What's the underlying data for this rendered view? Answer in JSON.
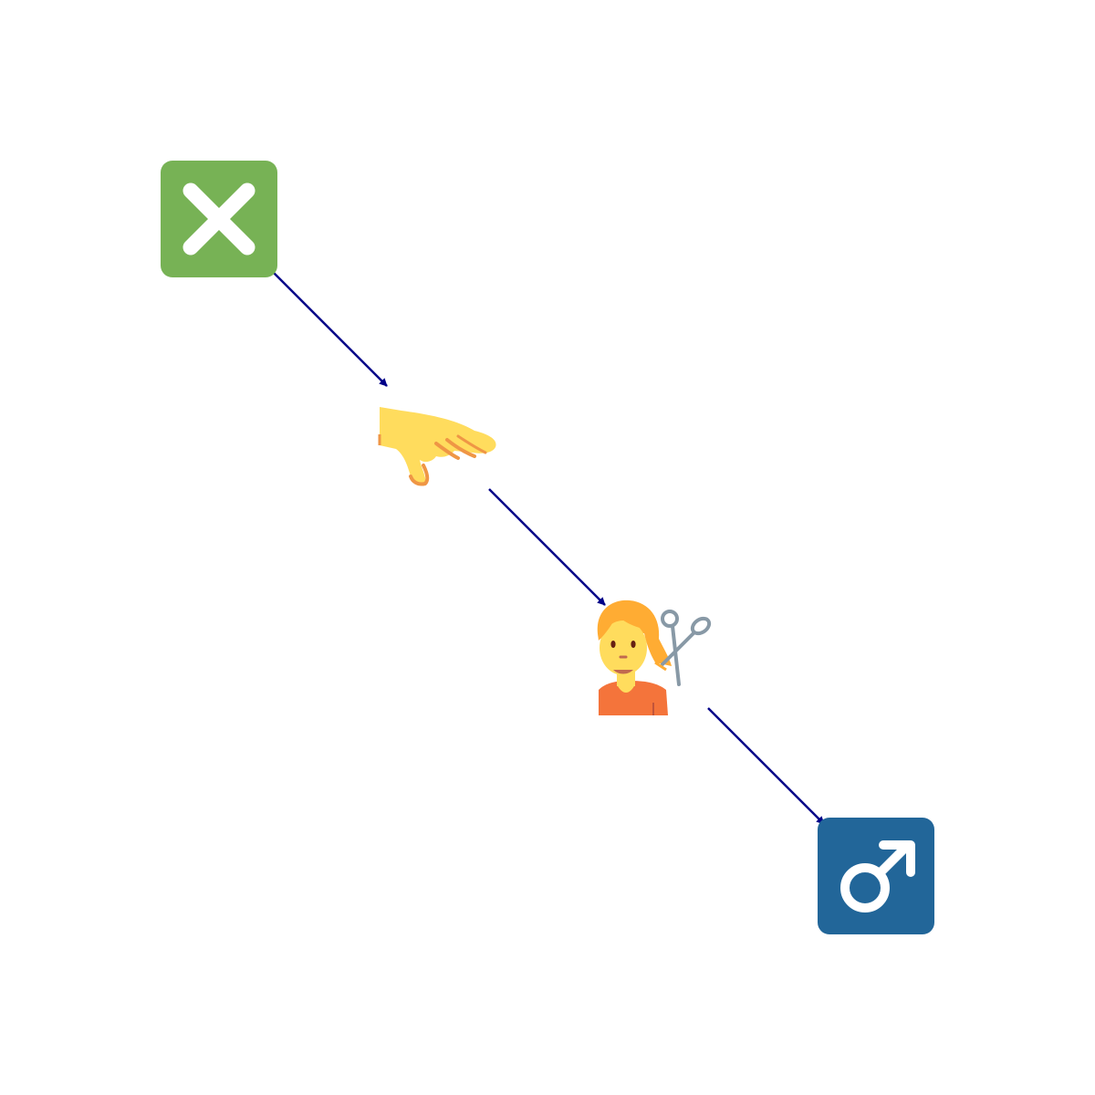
{
  "diagram": {
    "type": "flow",
    "nodes": [
      {
        "id": "n1",
        "icon": "cross-mark-button-icon",
        "bg": "#77b255",
        "fg": "#ffffff"
      },
      {
        "id": "n2",
        "icon": "pinching-hand-icon",
        "skin": "#ffdc5d",
        "shade": "#ef9645"
      },
      {
        "id": "n3",
        "icon": "person-getting-haircut-icon",
        "hair": "#ffac33",
        "skin": "#ffdc5d",
        "shirt": "#f4743b",
        "scissors": "#8899a6"
      },
      {
        "id": "n4",
        "icon": "male-sign-icon",
        "bg": "#226699",
        "fg": "#ffffff"
      }
    ],
    "edges": [
      {
        "from": "n1",
        "to": "n2"
      },
      {
        "from": "n2",
        "to": "n3"
      },
      {
        "from": "n3",
        "to": "n4"
      }
    ],
    "edge_color": "#000088"
  }
}
